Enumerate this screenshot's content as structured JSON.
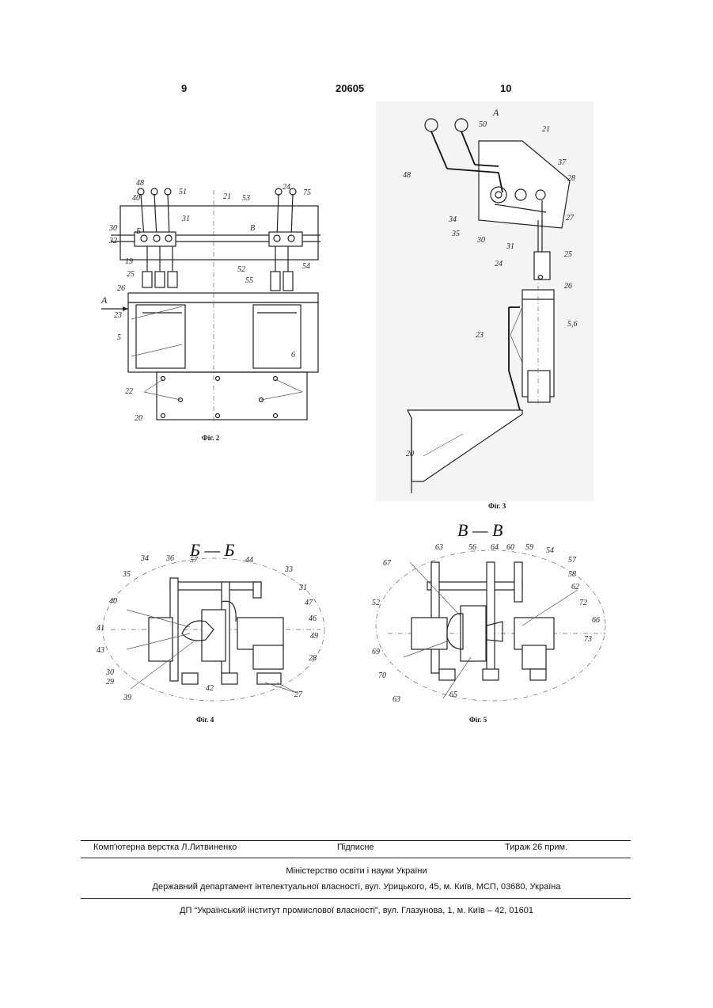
{
  "header": {
    "left_page": "9",
    "patent_number": "20605",
    "right_page": "10"
  },
  "figures": {
    "fig2": {
      "caption": "Фіг. 2",
      "callouts": [
        "48",
        "40",
        "51",
        "21",
        "53",
        "24",
        "75",
        "30",
        "32",
        "Б",
        "31",
        "В",
        "19",
        "25",
        "26",
        "52",
        "55",
        "54",
        "А",
        "23",
        "5",
        "6",
        "22",
        "20"
      ]
    },
    "fig3": {
      "caption": "Фіг. 3",
      "view_label": "А",
      "callouts": [
        "50",
        "21",
        "48",
        "37",
        "28",
        "34",
        "27",
        "35",
        "30",
        "31",
        "24",
        "25",
        "26",
        "23",
        "5,6",
        "20"
      ]
    },
    "fig4": {
      "caption": "Фіг. 4",
      "section_title": "Б — Б",
      "callouts": [
        "34",
        "36",
        "57",
        "44",
        "33",
        "35",
        "31",
        "40",
        "47",
        "46",
        "41",
        "49",
        "43",
        "30",
        "29",
        "28",
        "39",
        "42",
        "27"
      ]
    },
    "fig5": {
      "caption": "Фіг. 5",
      "section_title": "В — В",
      "callouts": [
        "63",
        "56",
        "64",
        "60",
        "59",
        "54",
        "67",
        "57",
        "58",
        "52",
        "62",
        "72",
        "66",
        "69",
        "73",
        "70",
        "63",
        "65"
      ]
    }
  },
  "footer": {
    "layout": "Комп'ютерна верстка Л.Литвиненко",
    "signed": "Підписне",
    "circulation": "Тираж 26 прим.",
    "ministry": "Міністерство освіти і науки України",
    "department": "Державний департамент інтелектуальної власності, вул. Урицького, 45, м. Київ, МСП, 03680, Україна",
    "institute": "ДП “Український інститут промислової власності”, вул. Глазунова, 1, м. Київ – 42, 01601"
  }
}
